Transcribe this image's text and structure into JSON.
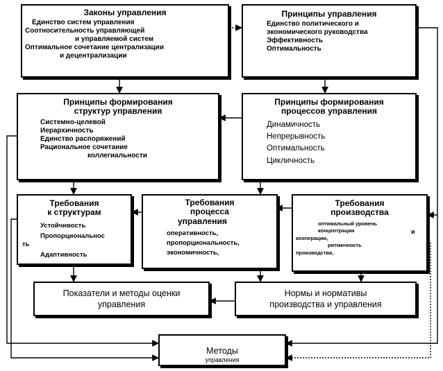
{
  "boxes": {
    "laws": {
      "title": "Законы управления",
      "items": [
        "Единство систем  управления",
        "Соотносительность  управляющей",
        "и управляемой  систем",
        "Оптимальное  сочетание  централизации",
        "и децентрализации"
      ]
    },
    "principles": {
      "title": "Принципы управления",
      "items": [
        "Единство политического  и",
        "экономического руководства",
        "Эффективность",
        "Оптимальность"
      ]
    },
    "structures": {
      "title_lines": [
        "Принципы формирования",
        "структур  управления"
      ],
      "items": [
        "Системно-целевой",
        "Иерархичность",
        "Единство распоряжений",
        "Рациональное   сочетание",
        "коллегиальности"
      ]
    },
    "processes": {
      "title_lines": [
        "Принципы формирования",
        "процессов управления"
      ],
      "items": [
        "Динамичность",
        "Непрерывность",
        "Оптимальность",
        "Цикличность"
      ]
    },
    "req_structures": {
      "title_lines": [
        "Требования",
        "к структурам"
      ],
      "items": [
        "Устойчивость",
        "Пропорциональнос",
        "ть",
        "Адаптивность"
      ]
    },
    "req_process": {
      "title_lines": [
        "Требования",
        "процесса",
        "управления"
      ],
      "items": [
        "оперативность,",
        "пропорциональность,",
        "экономичность,"
      ]
    },
    "req_production": {
      "title_lines": [
        "Требования",
        "производства"
      ],
      "items": [
        "оптимальный уровень",
        "концентрации",
        "кооперации,",
        "ритмичность",
        "производства,"
      ],
      "extra": "и"
    },
    "indicators": {
      "title_lines": [
        "Показатели и методы оценки",
        "управления"
      ]
    },
    "norms": {
      "title_lines": [
        "Нормы и нормативы",
        "производства и управления"
      ]
    },
    "methods": {
      "title_lines": [
        "Методы",
        "управления"
      ]
    }
  }
}
